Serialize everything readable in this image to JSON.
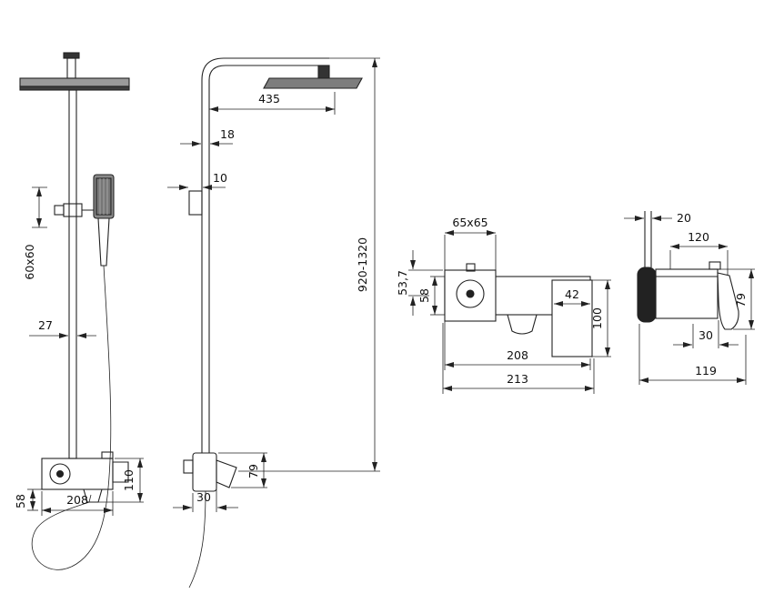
{
  "drawing": {
    "views": {
      "column_front": {
        "dims": {
          "handset_size": "60x60",
          "pipe_width": "27",
          "body_width": "208",
          "body_height": "58",
          "mixer_height": "110"
        }
      },
      "column_side": {
        "dims": {
          "arm_length": "435",
          "wall_offset": "18",
          "bracket_offset": "10",
          "column_height": "920-1320",
          "spout_offset": "30",
          "body_depth": "79"
        }
      },
      "mixer_front": {
        "dims": {
          "plate_size": "65x65",
          "top_offset": "53,7",
          "body_height": "58",
          "handle_width": "42",
          "handle_height": "100",
          "body_width": "208",
          "total_width": "213"
        }
      },
      "mixer_side": {
        "dims": {
          "wall_thickness": "20",
          "reach": "120",
          "handle_offset": "30",
          "body_height": "79",
          "total_depth": "119"
        }
      }
    }
  }
}
